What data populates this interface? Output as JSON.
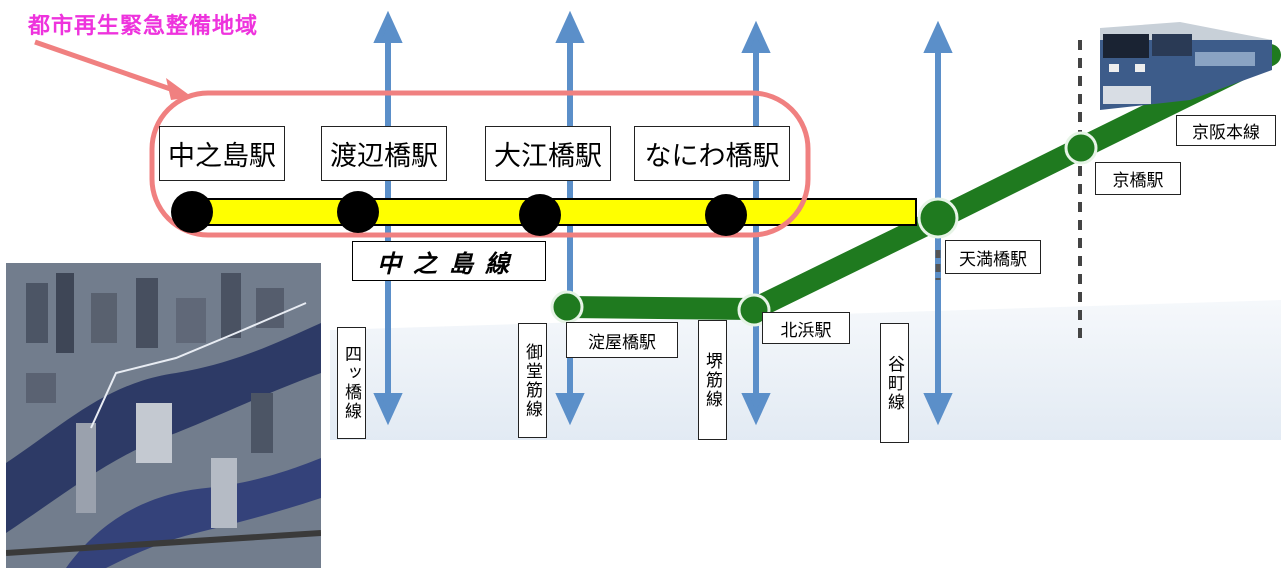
{
  "region_label": "都市再生緊急整備地域",
  "nakanoshima_line": {
    "name": "中之島線",
    "stations": [
      "中之島駅",
      "渡辺橋駅",
      "大江橋駅",
      "なにわ橋駅"
    ]
  },
  "keihan_stations": {
    "yodoyabashi": "淀屋橋駅",
    "kitahama": "北浜駅",
    "tenmabashi": "天満橋駅",
    "kyobashi": "京橋駅"
  },
  "keihan_main_line": "京阪本線",
  "crossing_lines": {
    "yotsubashi": "四ッ橋線",
    "midosuji": "御堂筋線",
    "sakaisuji": "堺筋線",
    "tanimachi": "谷町線"
  },
  "colors": {
    "region_label": "#ee33dd",
    "region_outline": "#f08080",
    "nakanoshima_line": "#ffff00",
    "keihan_line": "#1f7a1f",
    "subway_arrows": "#5b8fc9"
  }
}
